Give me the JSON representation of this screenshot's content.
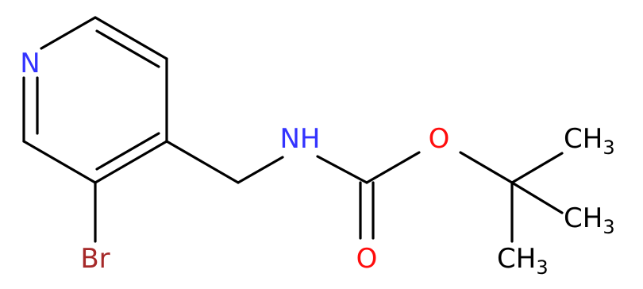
{
  "molecule": {
    "atoms": {
      "N_ring": {
        "text": "N",
        "color": "#3333ff"
      },
      "Br": {
        "text": "Br",
        "color": "#a62929"
      },
      "N_amide": {
        "text": "NH",
        "color": "#3333ff"
      },
      "O_ester": {
        "text": "O",
        "color": "#ff0d0d"
      },
      "O_carbonyl": {
        "text": "O",
        "color": "#ff0d0d"
      },
      "CH3_top": {
        "text": "CH",
        "sub": "3",
        "color": "#000000"
      },
      "CH3_mid": {
        "text": "CH",
        "sub": "3",
        "color": "#000000"
      },
      "CH3_bot": {
        "text": "CH",
        "sub": "3",
        "color": "#000000"
      }
    }
  }
}
